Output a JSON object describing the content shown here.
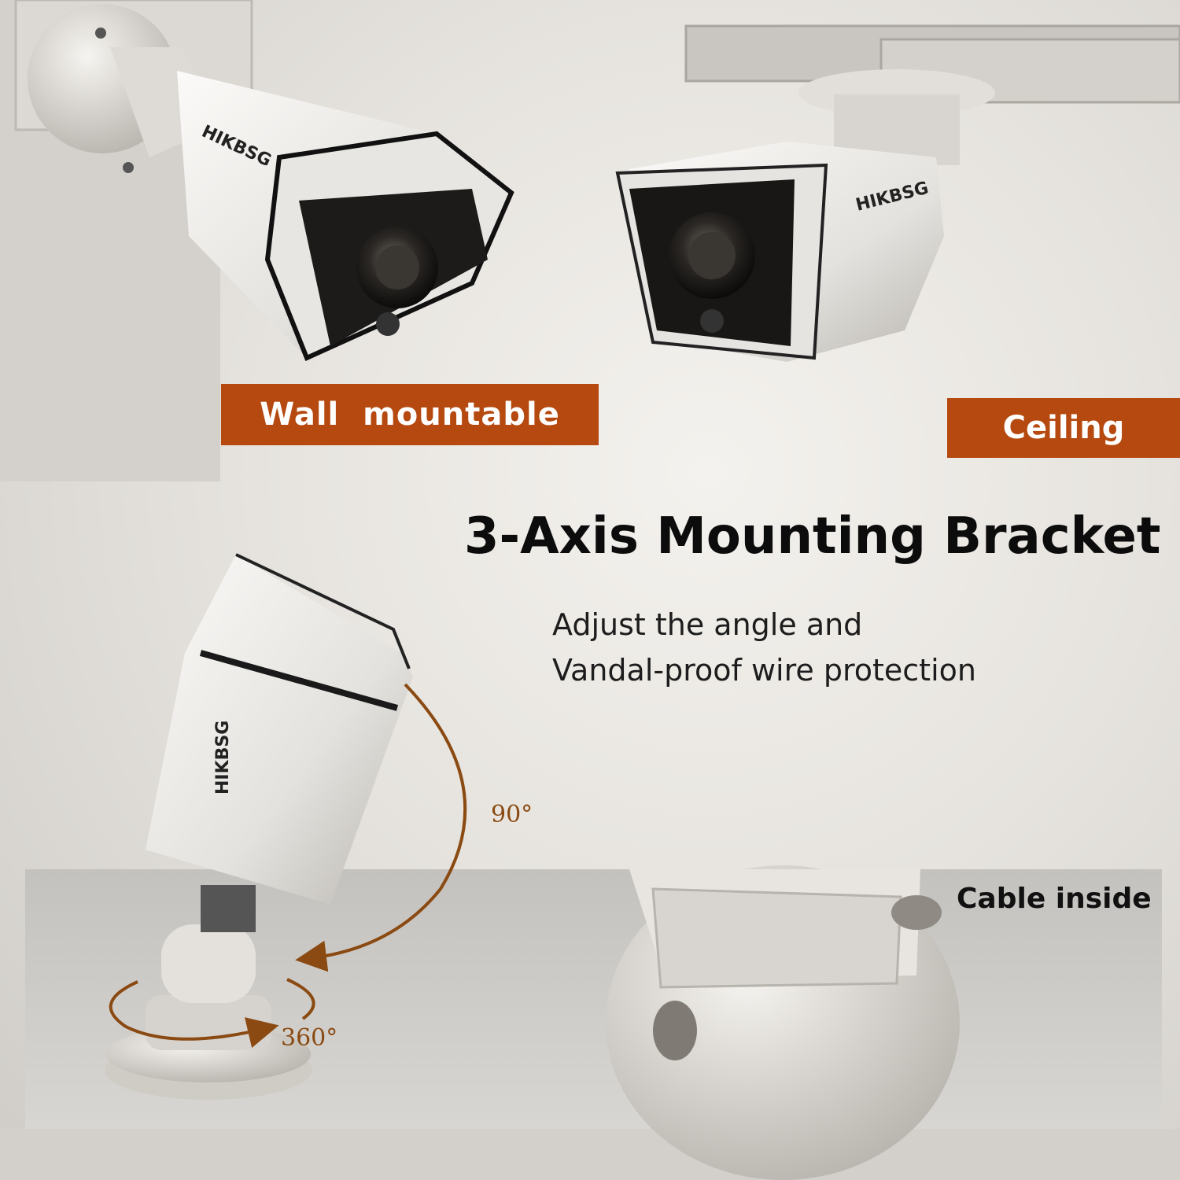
{
  "labels": {
    "wall": "Wall  mountable",
    "ceiling": "Ceiling",
    "cable": "Cable inside"
  },
  "headline": "3-Axis Mounting Bracket",
  "description": {
    "line1": "Adjust the angle and",
    "line2": "Vandal-proof wire protection"
  },
  "angles": {
    "tilt": "90°",
    "rotate": "360°"
  },
  "brand_logo": "HIKBSG",
  "colors": {
    "accent": "#b5490f",
    "arrow": "#8a4a12",
    "camera_body": "#ecebe7",
    "lens": "#1a1a1a"
  }
}
